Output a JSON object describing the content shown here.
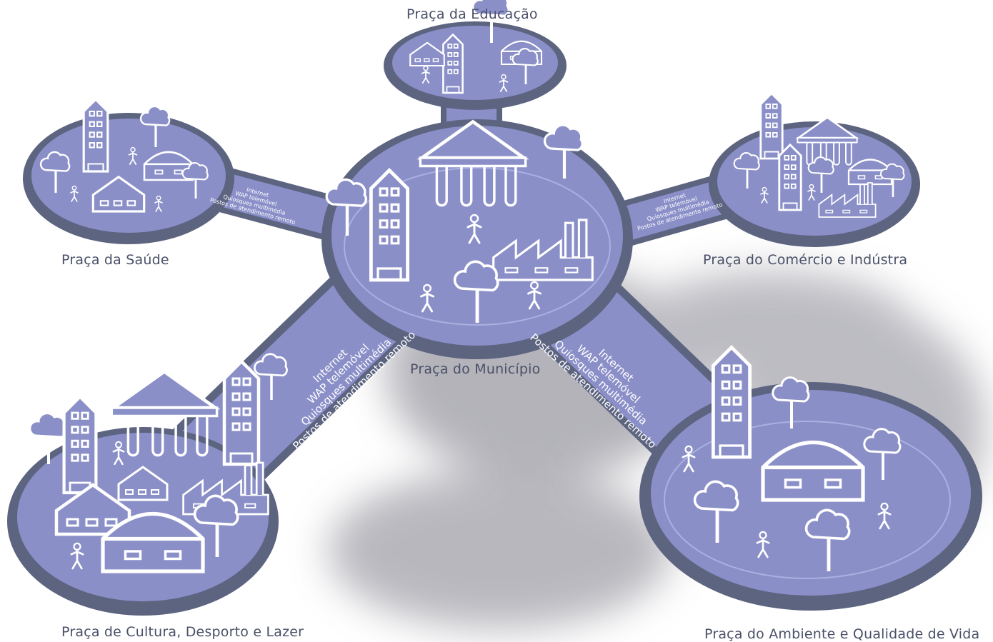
{
  "plazas": {
    "educacao": "Praça da Educação",
    "saude": "Praça da Saúde",
    "comercio": "Praça do Comércio e Indústra",
    "municipio": "Praça do Município",
    "cultura": "Praça de Cultura, Desporto e Lazer",
    "ambiente": "Praça do Ambiente e Qualidade de Vida"
  },
  "connection_services": [
    "Internet",
    "WAP telemóvel",
    "Quiosques multimédia",
    "Postos de atendimento remoto"
  ],
  "colors": {
    "plaza_fill": "#8a8fc8",
    "plaza_rim": "#5c6480",
    "road_fill": "#8a8fc8",
    "road_rim": "#5c6480",
    "shadow": "#9a9aa2",
    "icon": "#ffffff",
    "label_text": "#4a5068"
  }
}
